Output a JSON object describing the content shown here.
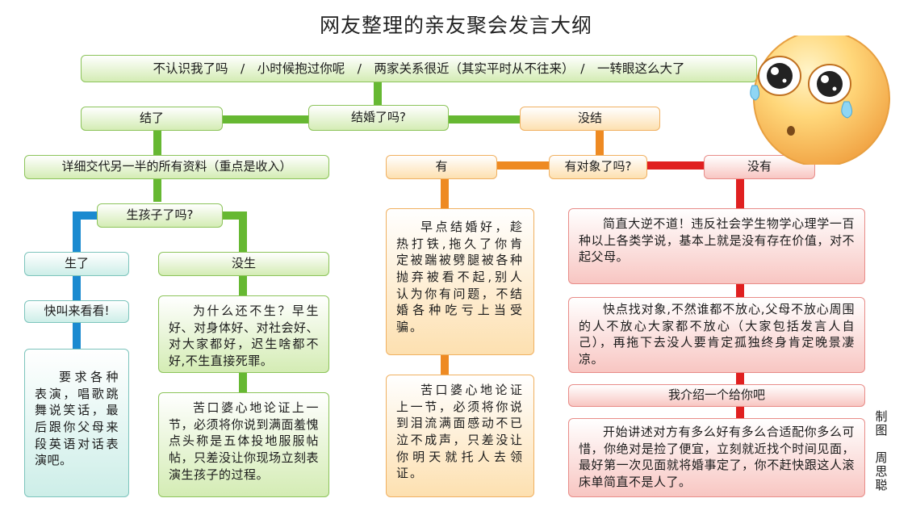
{
  "title": "网友整理的亲友聚会发言大纲",
  "top_box": "不认识我了吗　/　小时候抱过你呢　/　两家关系很近（其实平时从不往来）　/　一转眼这么大了",
  "question_married": "结婚了吗?",
  "married": "结了",
  "not_married": "没结",
  "married_detail": "详细交代另一半的所有资料（重点是收入）",
  "question_child": "生孩子了吗?",
  "had_child": "生了",
  "no_child": "没生",
  "child_come": "快叫来看看!",
  "child_perform": "要求各种表演，唱歌跳舞说笑话，最后跟你父母来段英语对话表演吧。",
  "why_no_child": "为什么还不生？早生好、对身体好、对社会好、对大家都好，迟生啥都不好,不生直接死罪。",
  "nag_child": "苦口婆心地论证上一节，必须将你说到满面羞愧点头称是五体投地服服帖帖，只差没让你现场立刻表演生孩子的过程。",
  "question_partner": "有对象了吗?",
  "has_partner": "有",
  "no_partner": "没有",
  "marry_early": "早点结婚好，趁热打铁,拖久了你肯定被踹被劈腿被各种抛弃被看不起,别人认为你有问题，不结婚各种吃亏上当受骗。",
  "nag_marry": "苦口婆心地论证上一节，必须将你说到泪流满面感动不已泣不成声，只差没让你明天就托人去领证。",
  "outrageous": "简直大逆不道！违反社会学生物学心理学一百种以上各类学说，基本上就是没有存在价值，对不起父母。",
  "find_partner": "快点找对象,不然谁都不放心,父母不放心周围的人不放心大家都不放心（大家包括发言人自己），再拖下去没人要肯定孤独终身肯定晚景凄凉。",
  "introduce": "我介绍一个给你吧",
  "matchmake": "开始讲述对方有多么好有多么合适配你多么可惜，你绝对是捡了便宜，立刻就近找个时间见面，最好第一次见面就将婚事定了，你不赶快跟这人滚床单简直不是人了。",
  "credit_label": "制图",
  "credit_name": "周思聪",
  "colors": {
    "green": "#66b832",
    "orange": "#ee8a22",
    "red": "#e02020",
    "blue": "#1a8ad0"
  },
  "face_icon": "crying-smiley-face-icon"
}
